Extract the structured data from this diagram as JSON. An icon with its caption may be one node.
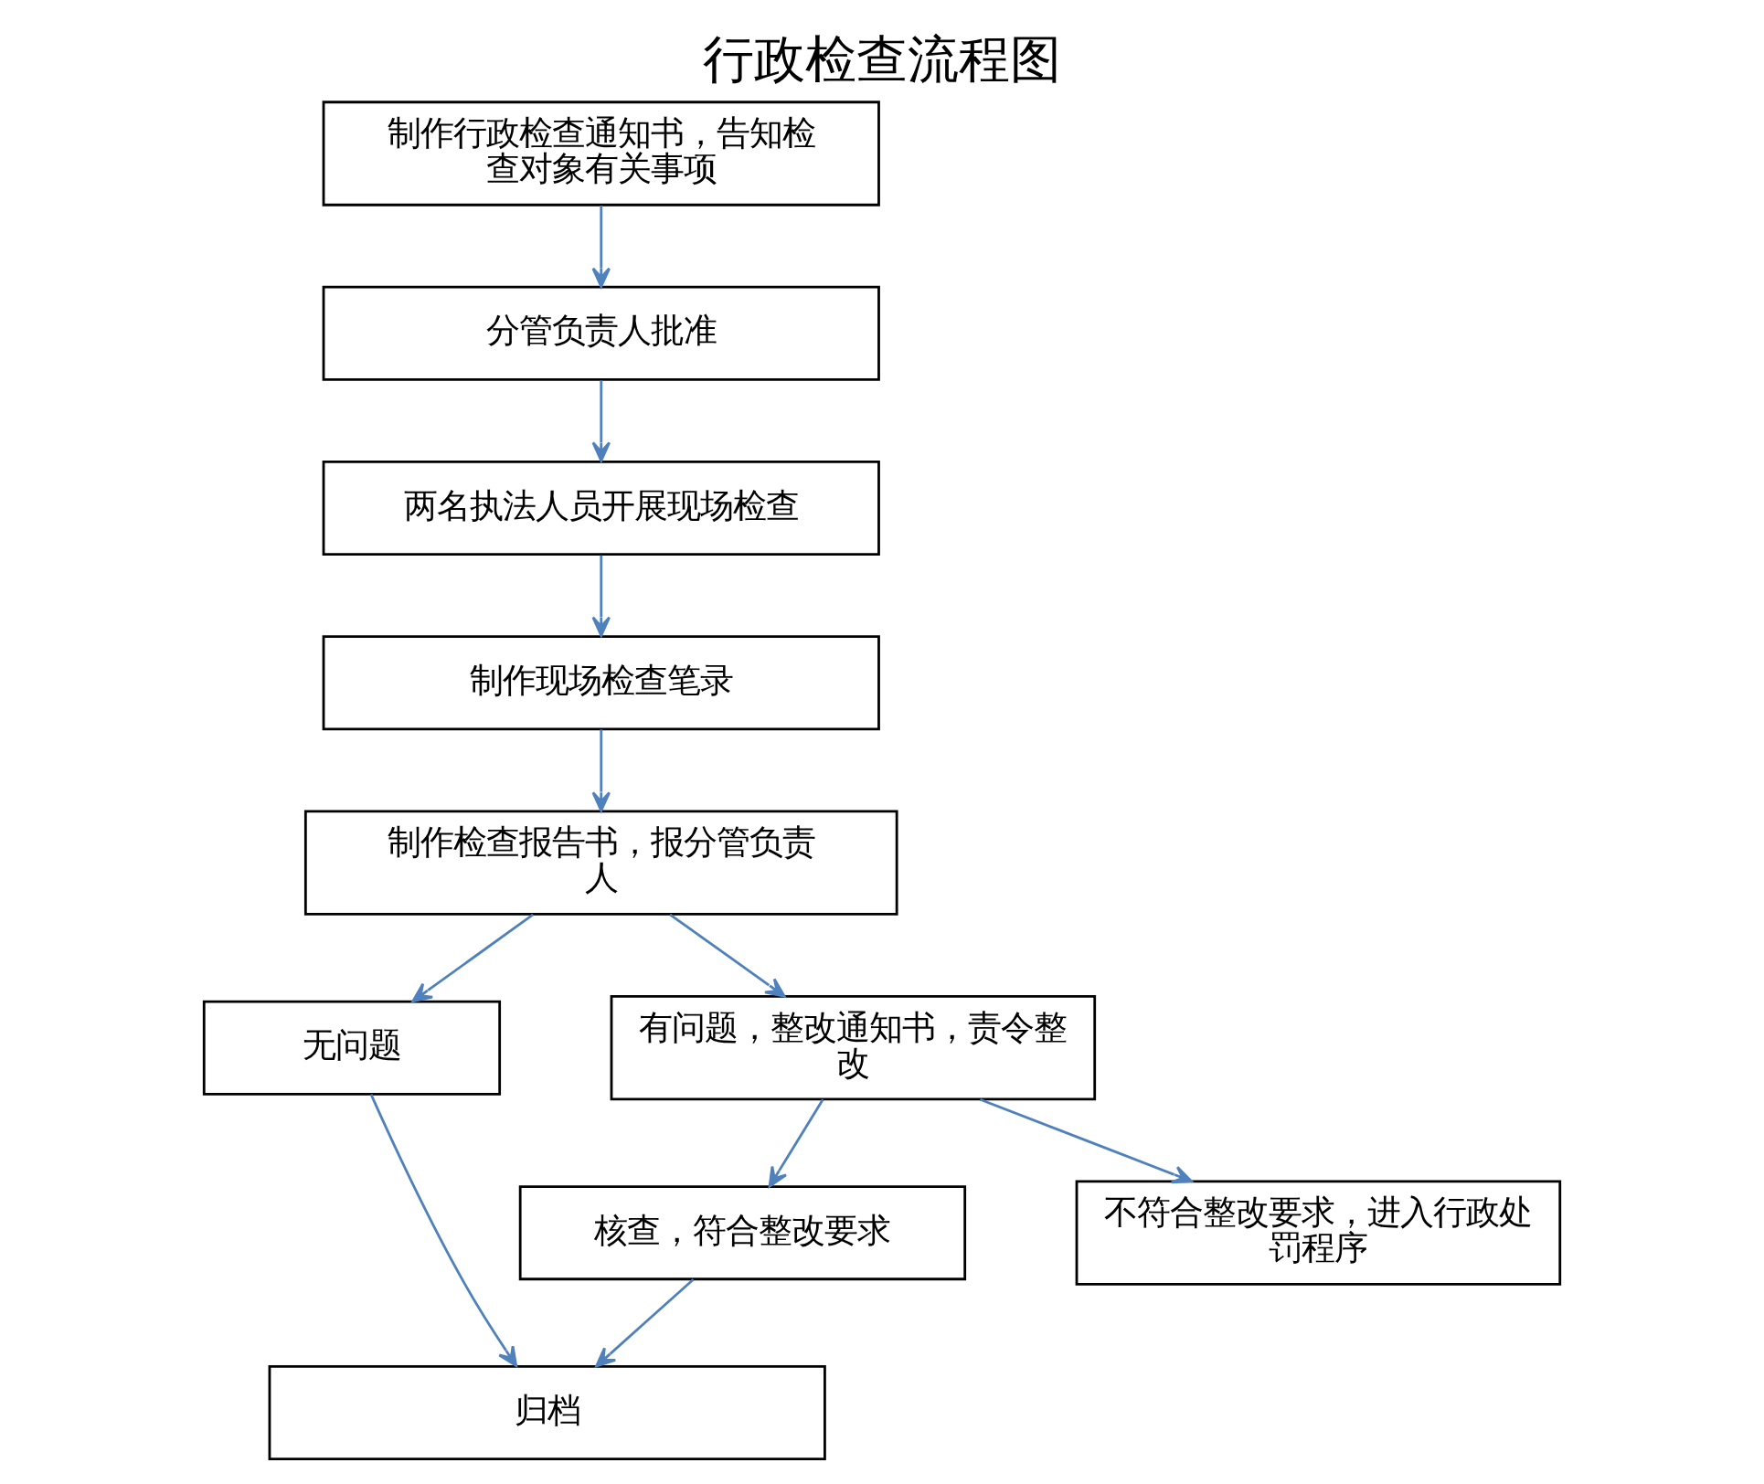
{
  "diagram": {
    "title": "行政检查流程图",
    "nodes": [
      {
        "text": [
          "制作行政检查通知书，告知检查对象有关事项"
        ]
      },
      {
        "text": [
          "分管负责人批准"
        ]
      },
      {
        "text": [
          "两名执法人员开展现场检查"
        ]
      },
      {
        "text": [
          "制作现场检查笔录"
        ]
      },
      {
        "text": [
          "制作检查报告书，报分管负责人"
        ]
      },
      {
        "text": [
          "无问题"
        ]
      },
      {
        "text": [
          "有问题，整改通知书，责令整改"
        ]
      },
      {
        "text": [
          "核查，符合整改要求"
        ]
      },
      {
        "text": [
          "不符合整改要求，进入行政处罚程序"
        ]
      },
      {
        "text": [
          "归档"
        ]
      }
    ],
    "edges": [
      {
        "from": 0,
        "to": 1,
        "arrow": "to"
      },
      {
        "from": 1,
        "to": 2,
        "arrow": "to"
      },
      {
        "from": 2,
        "to": 3,
        "arrow": "to"
      },
      {
        "from": 3,
        "to": 4,
        "arrow": "to"
      },
      {
        "from": 4,
        "to": 5,
        "arrow": "to"
      },
      {
        "from": 4,
        "to": 6,
        "arrow": "to"
      },
      {
        "from": 6,
        "to": 7,
        "arrow": "to"
      },
      {
        "from": 6,
        "to": 8,
        "arrow": "to"
      },
      {
        "from": 5,
        "to": 9,
        "arrow": "to"
      },
      {
        "from": 7,
        "to": 9,
        "arrow": "to"
      }
    ]
  }
}
